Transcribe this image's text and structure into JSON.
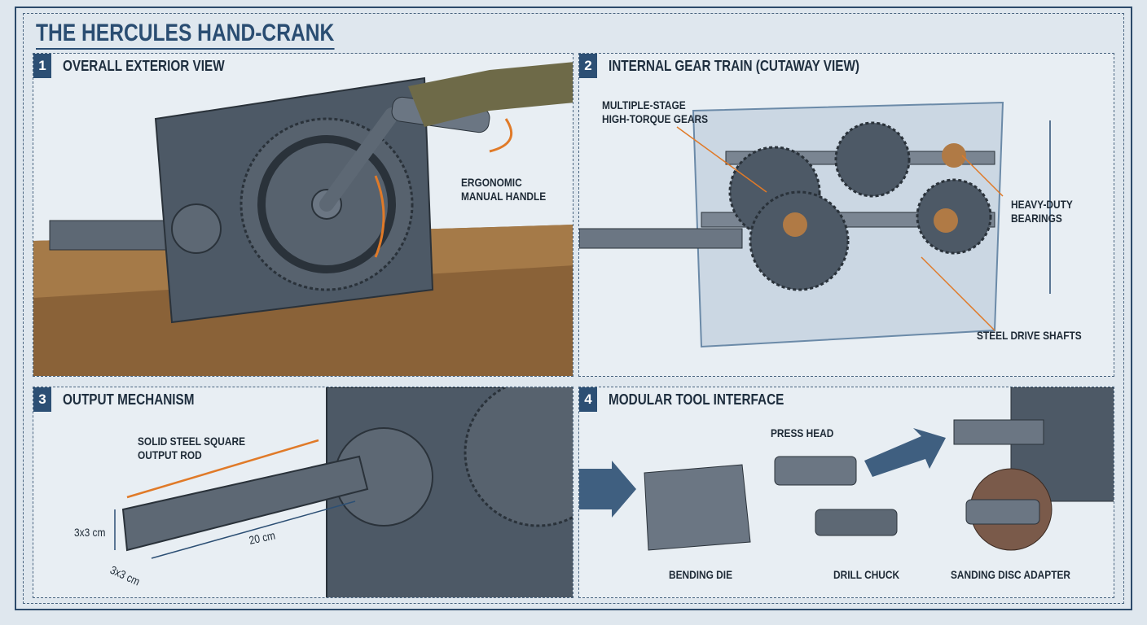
{
  "title": "THE HERCULES HAND-CRANK",
  "panels": [
    {
      "number": "1",
      "title": "OVERALL EXTERIOR VIEW",
      "labels": {
        "handle_line1": "ERGONOMIC",
        "handle_line2": "MANUAL HANDLE"
      }
    },
    {
      "number": "2",
      "title": "INTERNAL GEAR TRAIN (CUTAWAY VIEW)",
      "labels": {
        "gears_line1": "MULTIPLE-STAGE",
        "gears_line2": "HIGH-TORQUE GEARS",
        "bearings_line1": "HEAVY-DUTY",
        "bearings_line2": "BEARINGS",
        "shafts": "STEEL DRIVE SHAFTS"
      }
    },
    {
      "number": "3",
      "title": "OUTPUT MECHANISM",
      "labels": {
        "rod_line1": "SOLID STEEL SQUARE",
        "rod_line2": "OUTPUT ROD",
        "height": "3x3 cm",
        "width": "3x3 cm",
        "length": "20 cm"
      }
    },
    {
      "number": "4",
      "title": "MODULAR TOOL INTERFACE",
      "labels": {
        "press_head": "PRESS HEAD",
        "bending_die": "BENDING DIE",
        "drill_chuck": "DRILL CHUCK",
        "sanding": "SANDING DISC ADAPTER"
      }
    }
  ],
  "colors": {
    "navy": "#2c4f74",
    "accent": "#e07a28",
    "steel": "#4d5966",
    "wood": "#8a6238"
  }
}
